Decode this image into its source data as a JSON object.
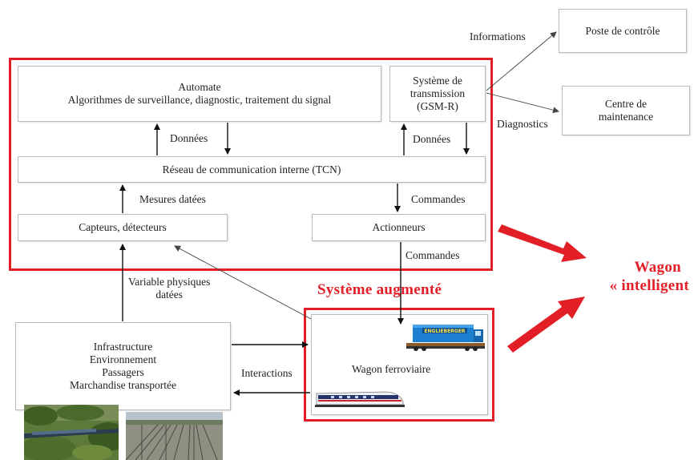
{
  "boxes": {
    "automate_line1": "Automate",
    "automate_line2": "Algorithmes de surveillance, diagnostic, traitement du signal",
    "transmission_line1": "Système de",
    "transmission_line2": "transmission",
    "transmission_line3": "(GSM-R)",
    "tcn": "Réseau de communication interne (TCN)",
    "capteurs": "Capteurs, détecteurs",
    "actionneurs": "Actionneurs",
    "poste": "Poste de contrôle",
    "centre_line1": "Centre de",
    "centre_line2": "maintenance",
    "infra_line1": "Infrastructure",
    "infra_line2": "Environnement",
    "infra_line3": "Passagers",
    "infra_line4": "Marchandise transportée",
    "wagon": "Wagon ferroviaire"
  },
  "labels": {
    "informations": "Informations",
    "diagnostics": "Diagnostics",
    "donnees_left": "Données",
    "donnees_right": "Données",
    "mesures": "Mesures datées",
    "commandes_upper": "Commandes",
    "commandes_lower": "Commandes",
    "variable_line1": "Variable physiques",
    "variable_line2": "datées",
    "interactions": "Interactions"
  },
  "titles": {
    "systeme_augmente": "Système augmenté",
    "wagon_intelligent_line1": "Wagon",
    "wagon_intelligent_line2": "« intelligent"
  },
  "truck_sign": "ENGLIEBERGER",
  "colors": {
    "accent_red": "#e21f26",
    "box_border": "#b9b9b9",
    "truck_blue": "#1c7fd0"
  }
}
